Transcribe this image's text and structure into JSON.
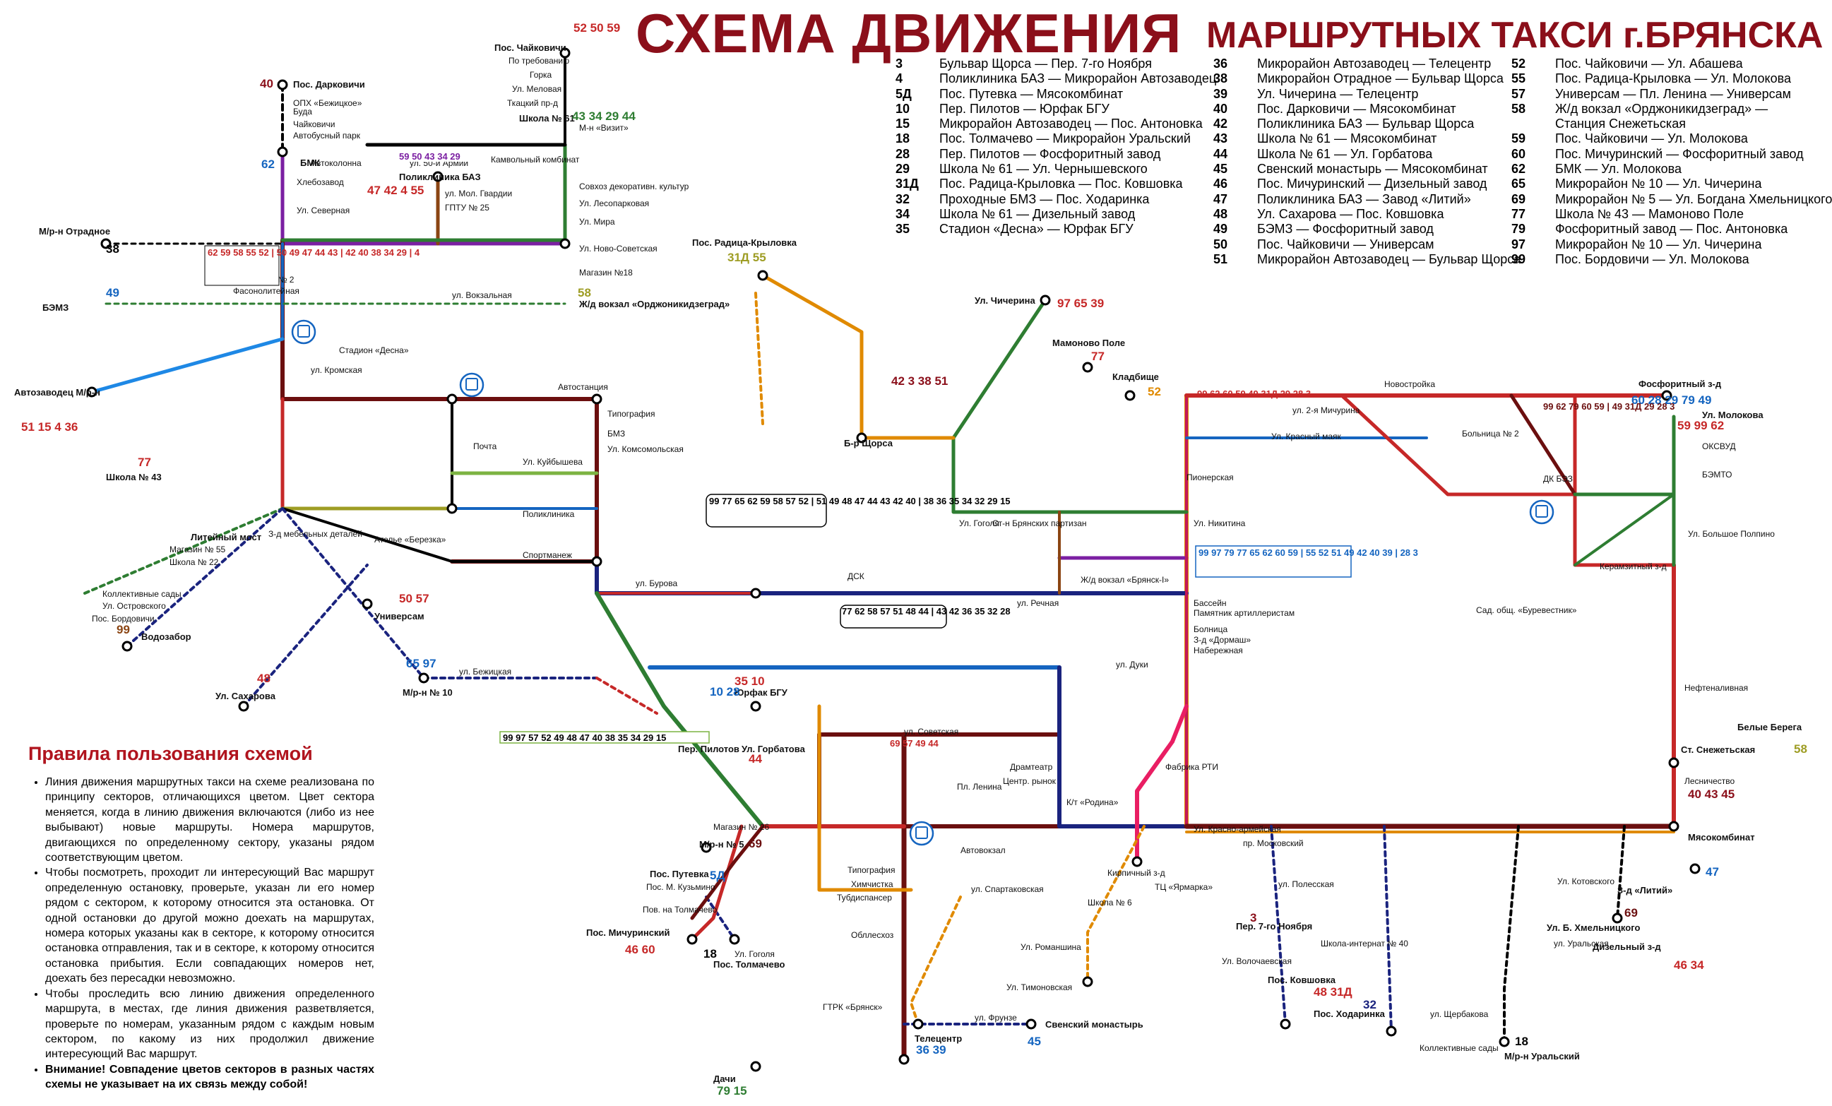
{
  "header": {
    "title": "СХЕМА ДВИЖЕНИЯ",
    "subtitle": "МАРШРУТНЫХ ТАКСИ г.БРЯНСКА"
  },
  "legend": {
    "col1": [
      {
        "num": "3",
        "route": "Бульвар Щорса — Пер. 7-го Ноября"
      },
      {
        "num": "4",
        "route": "Поликлиника БАЗ — Микрорайон Автозаводец"
      },
      {
        "num": "5Д",
        "route": "Пос. Путевка — Мясокомбинат"
      },
      {
        "num": "10",
        "route": "Пер. Пилотов — Юрфак БГУ"
      },
      {
        "num": "15",
        "route": "Микрорайон Автозаводец — Пос. Антоновка"
      },
      {
        "num": "18",
        "route": "Пос. Толмачево — Микрорайон Уральский"
      },
      {
        "num": "28",
        "route": "Пер. Пилотов — Фосфоритный завод"
      },
      {
        "num": "29",
        "route": "Школа № 61 — Ул. Чернышевского"
      },
      {
        "num": "31Д",
        "route": "Пос. Радица-Крыловка — Пос. Ковшовка"
      },
      {
        "num": "32",
        "route": "Проходные БМЗ — Пос. Ходаринка"
      },
      {
        "num": "34",
        "route": "Школа № 61 — Дизельный завод"
      },
      {
        "num": "35",
        "route": "Стадион «Десна» — Юрфак БГУ"
      }
    ],
    "col2": [
      {
        "num": "36",
        "route": "Микрорайон Автозаводец — Телецентр"
      },
      {
        "num": "38",
        "route": "Микрорайон Отрадное — Бульвар Щорса"
      },
      {
        "num": "39",
        "route": "Ул. Чичерина — Телецентр"
      },
      {
        "num": "40",
        "route": "Пос. Дарковичи — Мясокомбинат"
      },
      {
        "num": "42",
        "route": "Поликлиника БАЗ — Бульвар Щорса"
      },
      {
        "num": "43",
        "route": "Школа № 61 — Мясокомбинат"
      },
      {
        "num": "44",
        "route": "Школа № 61 — Ул. Горбатова"
      },
      {
        "num": "45",
        "route": "Свенский монастырь — Мясокомбинат"
      },
      {
        "num": "46",
        "route": "Пос. Мичуринский — Дизельный завод"
      },
      {
        "num": "47",
        "route": "Поликлиника БАЗ — Завод «Литий»"
      },
      {
        "num": "48",
        "route": "Ул. Сахарова — Пос. Ковшовка"
      },
      {
        "num": "49",
        "route": "БЭМЗ — Фосфоритный завод"
      },
      {
        "num": "50",
        "route": "Пос. Чайковичи — Универсам"
      },
      {
        "num": "51",
        "route": "Микрорайон Автозаводец — Бульвар Щорса"
      }
    ],
    "col3": [
      {
        "num": "52",
        "route": "Пос. Чайковичи — Ул. Абашева"
      },
      {
        "num": "55",
        "route": "Пос. Радица-Крыловка — Ул. Молокова"
      },
      {
        "num": "57",
        "route": "Универсам — Пл. Ленина — Универсам"
      },
      {
        "num": "58",
        "route": "Ж/д вокзал «Орджоникидзеград» —"
      },
      {
        "num": "",
        "route": "Станция Снежетьская"
      },
      {
        "num": "59",
        "route": "Пос. Чайковичи — Ул. Молокова"
      },
      {
        "num": "60",
        "route": "Пос. Мичуринский — Фосфоритный завод"
      },
      {
        "num": "62",
        "route": "БМК — Ул. Молокова"
      },
      {
        "num": "65",
        "route": "Микрорайон № 10 — Ул. Чичерина"
      },
      {
        "num": "69",
        "route": "Микрорайон № 5 — Ул. Богдана Хмельницкого"
      },
      {
        "num": "77",
        "route": "Школа № 43 — Мамоново Поле"
      },
      {
        "num": "79",
        "route": "Фосфоритный завод — Пос. Антоновка"
      },
      {
        "num": "97",
        "route": "Микрорайон № 10 — Ул. Чичерина"
      },
      {
        "num": "99",
        "route": "Пос. Бордовичи — Ул. Молокова"
      }
    ]
  },
  "rules": {
    "heading": "Правила пользования схемой",
    "items": [
      "Линия движения маршрутных такси на схеме реализована по принципу секторов, отличающихся цветом. Цвет сектора меняется, когда в линию движения включаются (либо из нее выбывают) новые маршруты. Номера маршрутов, двигающихся по определенному сектору, указаны рядом соответствующим цветом.",
      "Чтобы посмотреть, проходит ли интересующий Вас маршрут определенную остановку, проверьте, указан ли его номер рядом с сектором, к которому относится эта остановка. От одной остановки до другой можно доехать на маршрутах, номера которых указаны как в секторе, к которому относится остановка отправления, так и в секторе, к которому относится остановка прибытия. Если совпадающих номеров нет, доехать без пересадки невозможно.",
      "Чтобы проследить всю линию движения определенного маршрута, в местах, где линия движения разветвляется, проверьте по номерам, указанным рядом с каждым новым сектором, по какому из них продолжил движение интересующий Вас маршрут.",
      "Внимание! Совпадение цветов секторов в разных частях схемы не указывает на их связь между собой!"
    ]
  },
  "terminals": [
    {
      "name": "Пос. Чайковичи",
      "routes": "52 50 59"
    },
    {
      "name": "Пос. Дарковичи",
      "routes": "40"
    },
    {
      "name": "БМК",
      "routes": "62"
    },
    {
      "name": "Школа № 61",
      "routes": "43 34 29 44"
    },
    {
      "name": "Поликлиника БАЗ",
      "routes": "47 42 4 55"
    },
    {
      "name": "М/р-н Отрадное",
      "routes": "38"
    },
    {
      "name": "БЭМЗ",
      "routes": "49"
    },
    {
      "name": "Автозаводец М/р-н",
      "routes": "51 15 4 36"
    },
    {
      "name": "Школа № 43",
      "routes": "77"
    },
    {
      "name": "Пос. Радица-Крыловка",
      "routes": "31Д 55"
    },
    {
      "name": "Ул. Чичерина",
      "routes": "97 65 39"
    },
    {
      "name": "Мамоново Поле",
      "routes": "77"
    },
    {
      "name": "Кладбище",
      "routes": "52"
    },
    {
      "name": "Фосфоритный з-д",
      "routes": "60 28 29 79 49"
    },
    {
      "name": "Ул. Молокова",
      "routes": "59 99 62"
    },
    {
      "name": "Б-р Щорса",
      "routes": "42 3 38 51"
    },
    {
      "name": "Универсам",
      "routes": "50 57"
    },
    {
      "name": "Водозабор",
      "routes": "99"
    },
    {
      "name": "Ул. Сахарова",
      "routes": "48"
    },
    {
      "name": "М/р-н № 10",
      "routes": "65 97"
    },
    {
      "name": "Юрфак БГУ",
      "routes": "35 10"
    },
    {
      "name": "Пер. Пилотов",
      "routes": "10 28"
    },
    {
      "name": "Ул. Горбатова",
      "routes": "44"
    },
    {
      "name": "М/р-н № 5",
      "routes": "69"
    },
    {
      "name": "Пос. Путевка",
      "routes": "5Д"
    },
    {
      "name": "Пос. Мичуринский",
      "routes": "46 60"
    },
    {
      "name": "Пос. Толмачево",
      "routes": "18"
    },
    {
      "name": "Телецентр",
      "routes": "36 39"
    },
    {
      "name": "Свенский монастырь",
      "routes": "45"
    },
    {
      "name": "Дачи",
      "routes": "79 15"
    },
    {
      "name": "Пер. 7-го Ноября",
      "routes": "3"
    },
    {
      "name": "Пос. Ковшовка",
      "routes": "48 31Д"
    },
    {
      "name": "Пос. Ходаринка",
      "routes": "32"
    },
    {
      "name": "М/р-н Уральский",
      "routes": "18"
    },
    {
      "name": "Ул. Б. Хмельницкого",
      "routes": "69"
    },
    {
      "name": "Дизельный з-д",
      "routes": "46 34"
    },
    {
      "name": "З-д «Литий»",
      "routes": "47"
    },
    {
      "name": "Мясокомбинат",
      "routes": "40 43 45"
    },
    {
      "name": "Ст. Снежетьская",
      "routes": "58"
    },
    {
      "name": "Ж/д вокзал «Орджоникидзеград»",
      "routes": "58"
    }
  ],
  "stops": [
    "По требованию",
    "Горка",
    "Ул. Меловая",
    "Ткацкий пр-д",
    "ОПХ «Бежицкое»",
    "Буда",
    "Чайковичи",
    "Автобусный парк",
    "Автоколонна",
    "ул. 50-й Армии",
    "Школа № 61",
    "М-н «Визит»",
    "Камвольный комбинат",
    "Хлебозавод",
    "Ул. Северная",
    "ул. Мол. Гвардии",
    "ГПТУ № 25",
    "Совхоз декоративн. культур",
    "Ул. Лесопарковая",
    "Ул. Мира",
    "Ул. Ново-Советская",
    "Магазин №18",
    "Трол. депо № 2",
    "Фасонолитейная",
    "ул. Вокзальная",
    "Стадион «Десна»",
    "ул. Кромская",
    "Автостанция",
    "Типография",
    "БМЗ",
    "Ул. Комсомольская",
    "Почта",
    "Ул. Куйбышева",
    "Поликлиника",
    "Ателье «Березка»",
    "Спортманеж",
    "Литейный мост",
    "З-д мебельных деталей",
    "Магазин № 55",
    "Школа № 22",
    "Коллективные сады",
    "Ул. Островского",
    "Пос. Бордовичи",
    "ул. Бурова",
    "ул. Бежицкая",
    "ул. Речная",
    "Бассейн",
    "Памятник артиллеристам",
    "Болница",
    "З-д «Дормаш»",
    "Набережная",
    "ДСК",
    "Ул. Никитина",
    "Ст-н Брянских партизан",
    "Ул. Гоголя",
    "ул. Дуки",
    "Ж/д вокзал «Брянск-I»",
    "Ул. Красный маяк",
    "ул. 2-я Мичурина",
    "Новостройка",
    "Пионерская",
    "Больница № 2",
    "ДК БЭЗ",
    "ОКСВУД",
    "БЭМТО",
    "Ул. Большое Полпино",
    "Керамзитный з-д",
    "Сад. общ. «Буревестник»",
    "Нефтеналивная",
    "Лесничество",
    "Белые Берега",
    "ул. Советская",
    "Пл. Ленина",
    "Драмтеатр",
    "Центр. рынок",
    "К/т «Родина»",
    "Кирпичный з-д",
    "ул. Спартаковская",
    "Школа № 6",
    "Ул. Романшина",
    "Ул. Тимоновская",
    "ул. Фрунзе",
    "ТЦ «Ярмарка»",
    "Ул. Волочаевская",
    "Школа-интернат № 40",
    "ул. Полесская",
    "пр. Московский",
    "ул. Уральская",
    "Ул. Котовского",
    "Коллективные сады",
    "ул. Щербакова",
    "Ул. Красно-армейская",
    "Фабрика РТИ",
    "Ул. Гоголя",
    "Магазин № 26",
    "Пос. М. Кузьмино",
    "Пов. на Толмачево",
    "ГТРК «Брянск»",
    "Обллесхоз",
    "Тубдиспансер",
    "Химчистка",
    "Типография",
    "Автовокзал"
  ],
  "route_labels": {
    "top_left_box": "62 59 58 55 52 | 50 49 47 44 43 | 42 40 38 34 29 | 4",
    "bmk_box": "59 50 43 34 29",
    "bryansk_box": "77 62 58 57 51 48 44 | 43 42 36 35 32 28",
    "center_box": "99 77 65 62 59 58 57 52 | 51 49 48 47 44 43 42 40 | 38 36 35 34 32 29 15",
    "bezh_box": "99 97 57 52 49 48 47 40 38 35 34 29 15",
    "sovetskaya": "69 57 49 44",
    "right_top": "99 62 60 59 49 31Д 29 28 3",
    "far_right": "99 62 79 60 59 | 49 31Д 29 28 3",
    "sosn_box": "99 97 79 77 65 62 60 59 | 55 52 51 49 42 40 39 | 28 3"
  }
}
